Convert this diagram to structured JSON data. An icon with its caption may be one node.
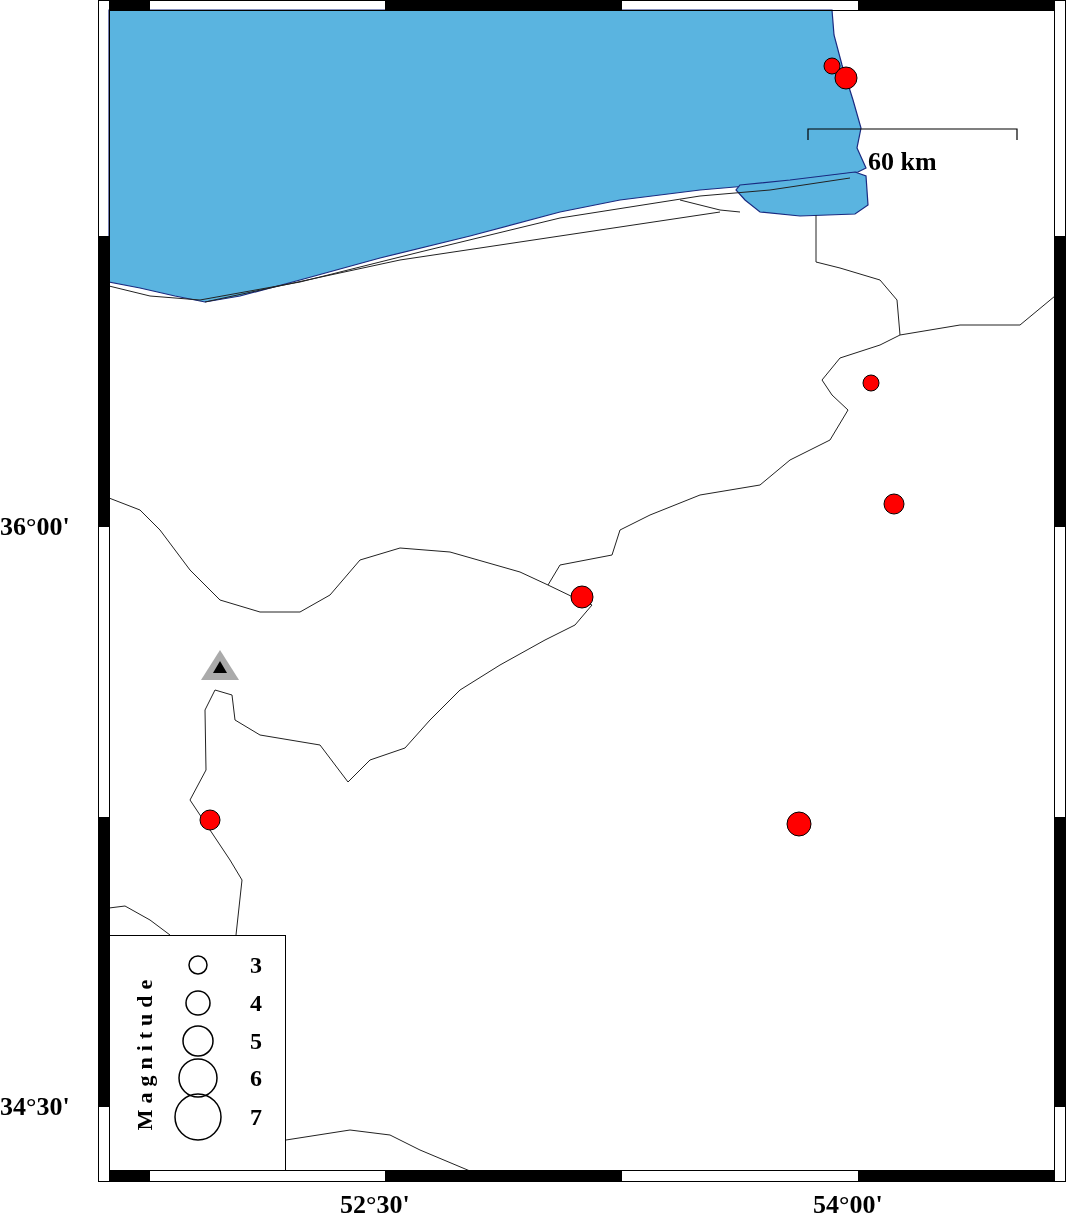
{
  "diagram": {
    "labels": [
      "60 km",
      "36°00'",
      "34°30'",
      "52°30'",
      "54°00'",
      "Magnitude"
    ],
    "legend": [
      {
        "text": "3"
      },
      {
        "text": "4"
      },
      {
        "text": "5"
      },
      {
        "text": "6"
      },
      {
        "text": "7"
      }
    ]
  }
}
